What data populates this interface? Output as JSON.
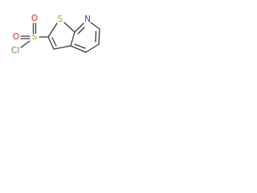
{
  "molecule": {
    "atoms": {
      "cl": {
        "symbol": "Cl",
        "color": "#4a9a3a"
      },
      "s_sulfonyl": {
        "symbol": "S",
        "color": "#b5a200"
      },
      "o_top": {
        "symbol": "O",
        "color": "#e8281e"
      },
      "o_bottom": {
        "symbol": "O",
        "color": "#e8281e"
      },
      "s_ring": {
        "symbol": "S",
        "color": "#b5a200"
      },
      "n_ring": {
        "symbol": "N",
        "color": "#2a3fe0"
      }
    },
    "bond_color": "#3a3a3a"
  }
}
